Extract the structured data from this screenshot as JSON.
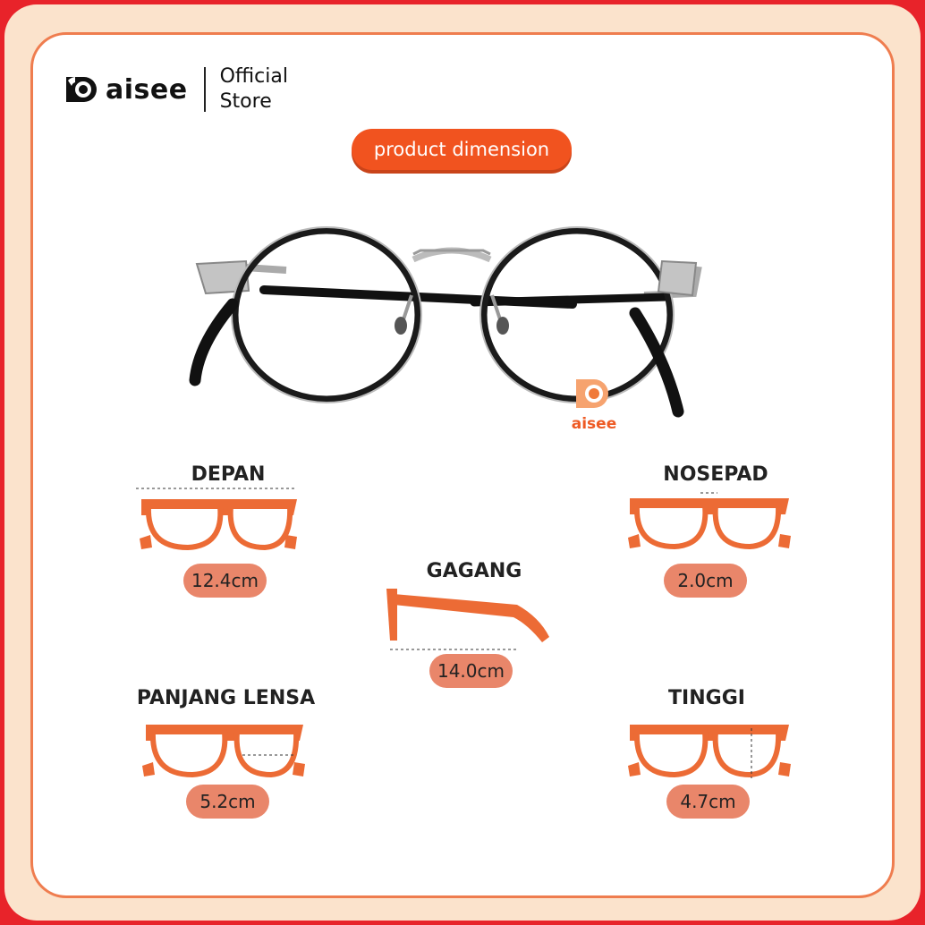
{
  "brand": {
    "name": "aisee",
    "store_line1": "Official",
    "store_line2": "Store",
    "logo_icon": "aisee-logo-icon"
  },
  "header": {
    "pill": "product dimension"
  },
  "product": {
    "watermark": "aisee"
  },
  "colors": {
    "accent": "#f1531f",
    "pill_value_bg": "#e9866a",
    "frame_orange": "#ec6b35",
    "border": "#ef7d4f",
    "outer_bg": "#fbe3cc",
    "edge": "#e8232a"
  },
  "dimensions": [
    {
      "label": "DEPAN",
      "value": "12.4cm"
    },
    {
      "label": "NOSEPAD",
      "value": "2.0cm"
    },
    {
      "label": "GAGANG",
      "value": "14.0cm"
    },
    {
      "label": "PANJANG LENSA",
      "value": "5.2cm"
    },
    {
      "label": "TINGGI",
      "value": "4.7cm"
    }
  ]
}
